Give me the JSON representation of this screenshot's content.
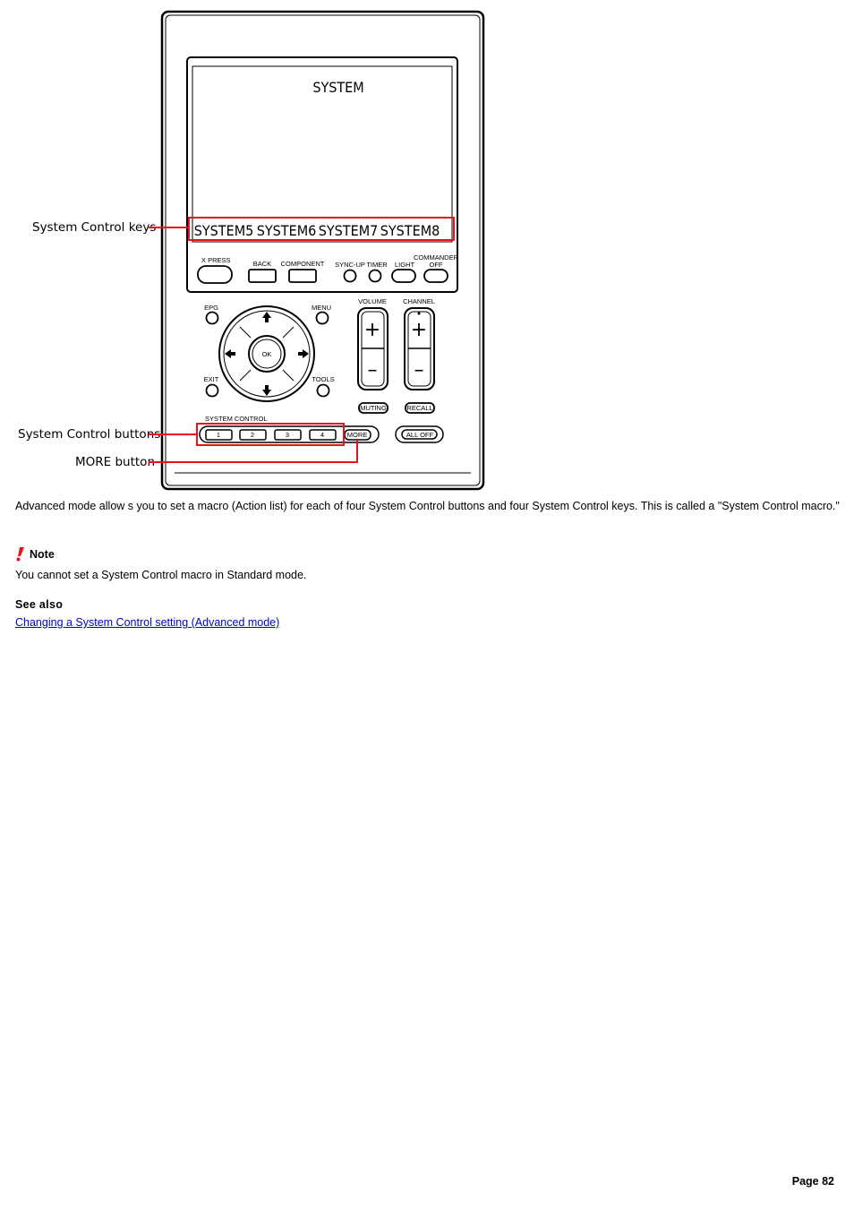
{
  "figure": {
    "screen_title": "SYSTEM",
    "system_keys": [
      "SYSTEM5",
      "SYSTEM6",
      "SYSTEM7",
      "SYSTEM8"
    ],
    "callouts": {
      "keys": "System Control keys",
      "buttons": "System Control buttons",
      "more": "MORE button"
    },
    "top_buttons": {
      "xpress": "X PRESS",
      "back": "BACK",
      "component": "COMPONENT",
      "syncup": "SYNC-UP",
      "timer": "TIMER",
      "light": "LIGHT",
      "commander_1": "COMMANDER",
      "commander_2": "OFF"
    },
    "nav": {
      "epg": "EPG",
      "menu": "MENU",
      "exit": "EXIT",
      "tools": "TOOLS",
      "ok": "OK"
    },
    "volume": "VOLUME",
    "channel": "CHANNEL",
    "muting": "MUTING",
    "recall": "RECALL",
    "system_control_label": "SYSTEM CONTROL",
    "system_buttons": [
      "1",
      "2",
      "3",
      "4"
    ],
    "more": "MORE",
    "all_off": "ALL OFF",
    "accent_color": "#e8131b"
  },
  "description": "Advanced mode allow s you to set a macro (Action list) for each of four System Control buttons and four System Control keys. This is called a \"System Control macro.\"",
  "note": {
    "heading": "Note",
    "text": "You cannot set a System Control macro in Standard mode."
  },
  "see_also": {
    "heading": "See also",
    "link": "Changing a System Control setting (Advanced mode)"
  },
  "page_number": "Page 82"
}
